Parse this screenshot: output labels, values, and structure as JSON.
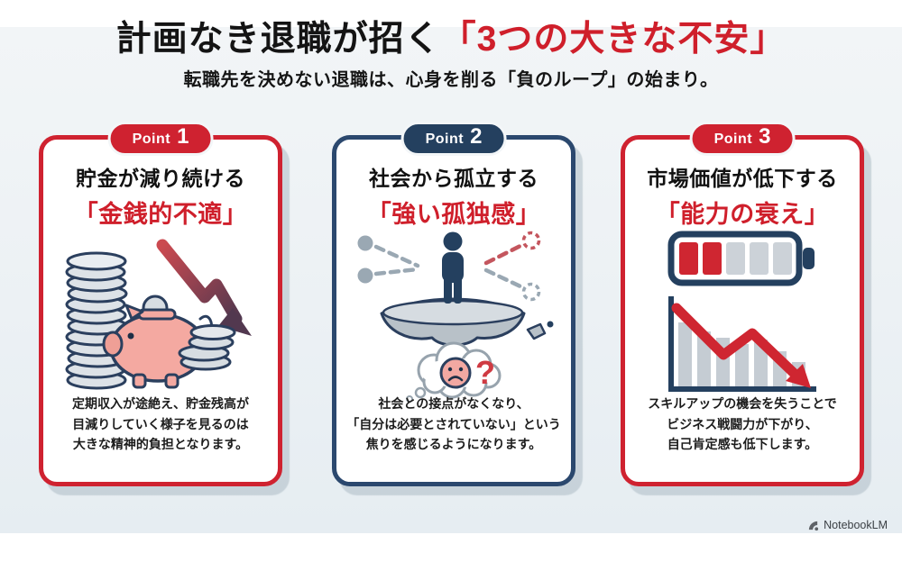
{
  "header": {
    "title_black": "計画なき退職が招く",
    "title_red": "「3つの大きな不安」",
    "subtitle": "転職先を決めない退職は、心身を削る「負のループ」の始まり。"
  },
  "cards": [
    {
      "badge_label": "Point",
      "badge_number": "1",
      "accent": "red",
      "title": "貯金が減り続ける",
      "highlight": "「金銭的不適」",
      "illustration": "piggy-bank-savings-decline",
      "body_lines": [
        "定期収入が途絶え、貯金残高が",
        "目減りしていく様子を見るのは",
        "大きな精神的負担となります。"
      ]
    },
    {
      "badge_label": "Point",
      "badge_number": "2",
      "accent": "navy",
      "title": "社会から孤立する",
      "highlight": "「強い孤独感」",
      "illustration": "isolated-person-on-floating-island",
      "question_mark": "?",
      "body_lines": [
        "社会との接点がなくなり、",
        "「自分は必要とされていない」という",
        "焦りを感じるようになります。"
      ]
    },
    {
      "badge_label": "Point",
      "badge_number": "3",
      "accent": "red",
      "title": "市場価値が低下する",
      "highlight": "「能力の衰え」",
      "illustration": "low-battery-and-declining-chart",
      "body_lines": [
        "スキルアップの機会を失うことで",
        "ビジネス戦闘力が下がり、",
        "自己肯定感も低下します。"
      ]
    }
  ],
  "footer": {
    "watermark": "NotebookLM"
  },
  "colors": {
    "accent_red": "#cf2230",
    "accent_navy": "#2b486e",
    "highlight_red": "#cf1f2b",
    "background": "#ecf1f4",
    "text_black": "#141414"
  }
}
